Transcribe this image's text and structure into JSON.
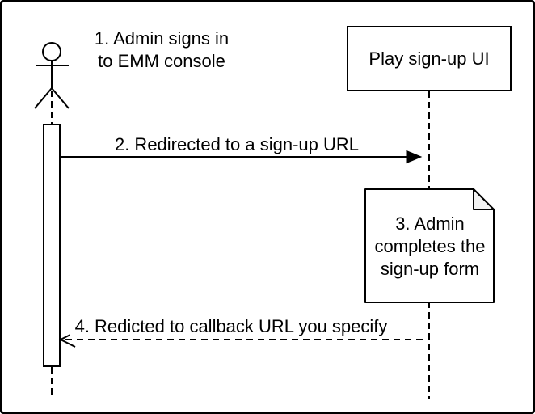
{
  "diagram": {
    "type": "uml-sequence-diagram",
    "colors": {
      "background": "#ffffff",
      "stroke": "#000000",
      "note_fold_fill": "#f2f2f2",
      "shape_fill": "#ffffff"
    },
    "actor": {
      "name": "admin-actor",
      "label": "1. Admin signs in\nto EMM console"
    },
    "participant": {
      "name": "play-sign-up-ui",
      "label": "Play sign-up UI"
    },
    "messages": [
      {
        "label": "2. Redirected to a sign-up URL",
        "style": "solid",
        "direction": "right",
        "arrowhead": "filled"
      },
      {
        "label": "4. Redicted to callback URL you specify",
        "style": "dashed",
        "direction": "left",
        "arrowhead": "open"
      }
    ],
    "note": {
      "label": "3. Admin\ncompletes the\nsign-up form"
    }
  }
}
